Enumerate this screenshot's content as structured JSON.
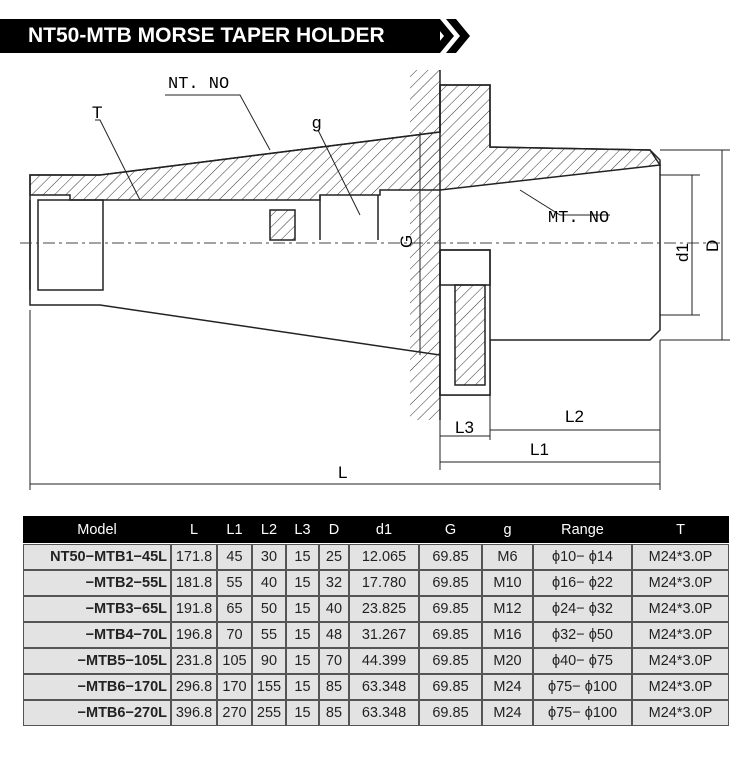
{
  "title": "NT50-MTB MORSE TAPER HOLDER",
  "labels": {
    "nt_no": "NT. NO",
    "t": "T",
    "g_small": "g",
    "mt_no": "MT. NO",
    "G": "G",
    "d1": "d1",
    "D": "D",
    "L3": "L3",
    "L2": "L2",
    "L1": "L1",
    "L": "L"
  },
  "table": {
    "headers": [
      "Model",
      "L",
      "L1",
      "L2",
      "L3",
      "D",
      "d1",
      "G",
      "g",
      "Range",
      "T"
    ],
    "rows": [
      [
        "NT50−MTB1−45L",
        "171.8",
        "45",
        "30",
        "15",
        "25",
        "12.065",
        "69.85",
        "M6",
        "ϕ10− ϕ14",
        "M24*3.0P"
      ],
      [
        "−MTB2−55L",
        "181.8",
        "55",
        "40",
        "15",
        "32",
        "17.780",
        "69.85",
        "M10",
        "ϕ16− ϕ22",
        "M24*3.0P"
      ],
      [
        "−MTB3−65L",
        "191.8",
        "65",
        "50",
        "15",
        "40",
        "23.825",
        "69.85",
        "M12",
        "ϕ24− ϕ32",
        "M24*3.0P"
      ],
      [
        "−MTB4−70L",
        "196.8",
        "70",
        "55",
        "15",
        "48",
        "31.267",
        "69.85",
        "M16",
        "ϕ32− ϕ50",
        "M24*3.0P"
      ],
      [
        "−MTB5−105L",
        "231.8",
        "105",
        "90",
        "15",
        "70",
        "44.399",
        "69.85",
        "M20",
        "ϕ40− ϕ75",
        "M24*3.0P"
      ],
      [
        "−MTB6−170L",
        "296.8",
        "170",
        "155",
        "15",
        "85",
        "63.348",
        "69.85",
        "M24",
        "ϕ75− ϕ100",
        "M24*3.0P"
      ],
      [
        "−MTB6−270L",
        "396.8",
        "270",
        "255",
        "15",
        "85",
        "63.348",
        "69.85",
        "M24",
        "ϕ75− ϕ100",
        "M24*3.0P"
      ]
    ]
  }
}
